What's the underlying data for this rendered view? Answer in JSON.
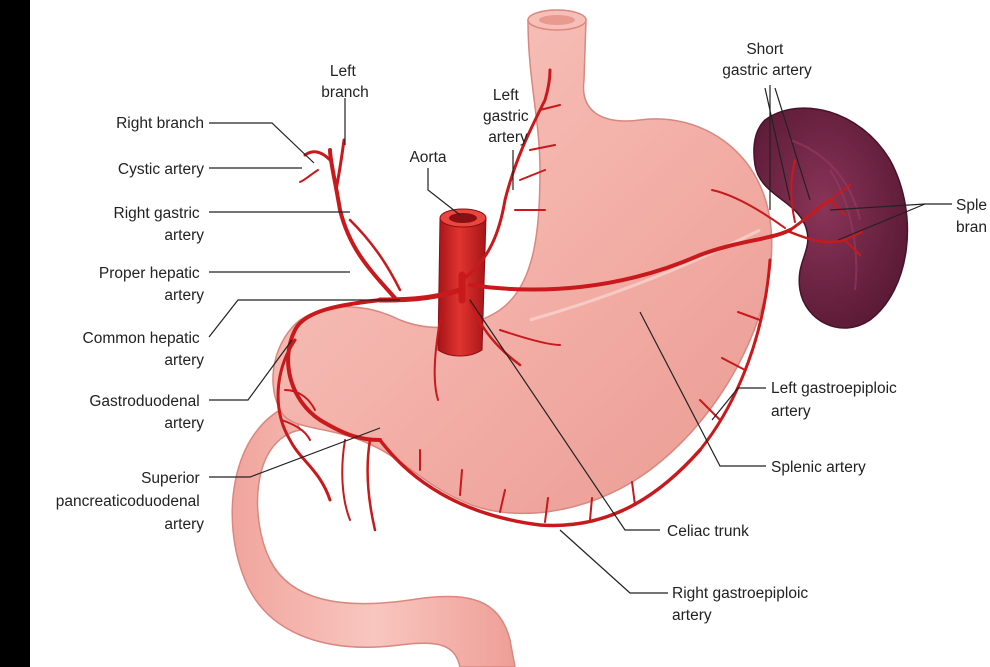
{
  "labels": {
    "left_branch": [
      "Left",
      "branch"
    ],
    "left_gastric": [
      "Left",
      "gastric",
      "artery"
    ],
    "aorta": [
      "Aorta"
    ],
    "short_gastric": [
      "Short",
      "gastric artery"
    ],
    "right_branch": [
      "Right branch"
    ],
    "cystic": [
      "Cystic artery"
    ],
    "right_gastric": [
      "Right gastric",
      "artery"
    ],
    "proper_hepatic": [
      "Proper hepatic",
      "artery"
    ],
    "common_hepatic": [
      "Common hepatic",
      "artery"
    ],
    "gastroduodenal": [
      "Gastroduodenal",
      "artery"
    ],
    "sup_pancreatico": [
      "Superior",
      "pancreaticoduodenal",
      "artery"
    ],
    "splenic_branches": [
      "Sple",
      "bran"
    ],
    "left_gastroepiploic": [
      "Left gastroepiploic",
      "artery"
    ],
    "splenic_artery": [
      "Splenic artery"
    ],
    "celiac": [
      "Celiac trunk"
    ],
    "right_gastroepiploic": [
      "Right gastroepiploic",
      "artery"
    ]
  },
  "colors": {
    "background": "#000000",
    "panel": "#ffffff",
    "artery": "#c8191c",
    "stomach": "#f3b1aa",
    "stomach_edge": "#d9877f",
    "spleen": "#6e2344",
    "label_text": "#222222"
  }
}
